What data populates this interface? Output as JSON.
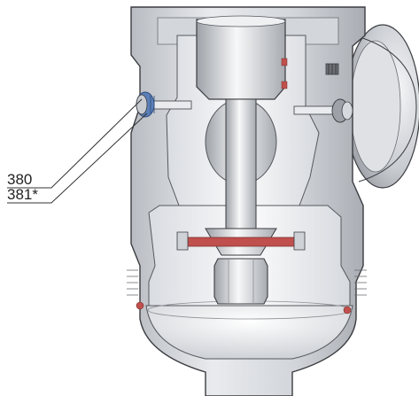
{
  "callouts": [
    {
      "id": "380",
      "label": "380"
    },
    {
      "id": "381",
      "label": "381*"
    }
  ],
  "colors": {
    "body_light": "#e6e8eb",
    "body_mid": "#c5c8cd",
    "body_dark": "#8d9096",
    "cavity": "#f4f5f7",
    "seal_red": "#c0504d",
    "screw_blue": "#5b7fb8",
    "outline": "#3a3c40"
  }
}
